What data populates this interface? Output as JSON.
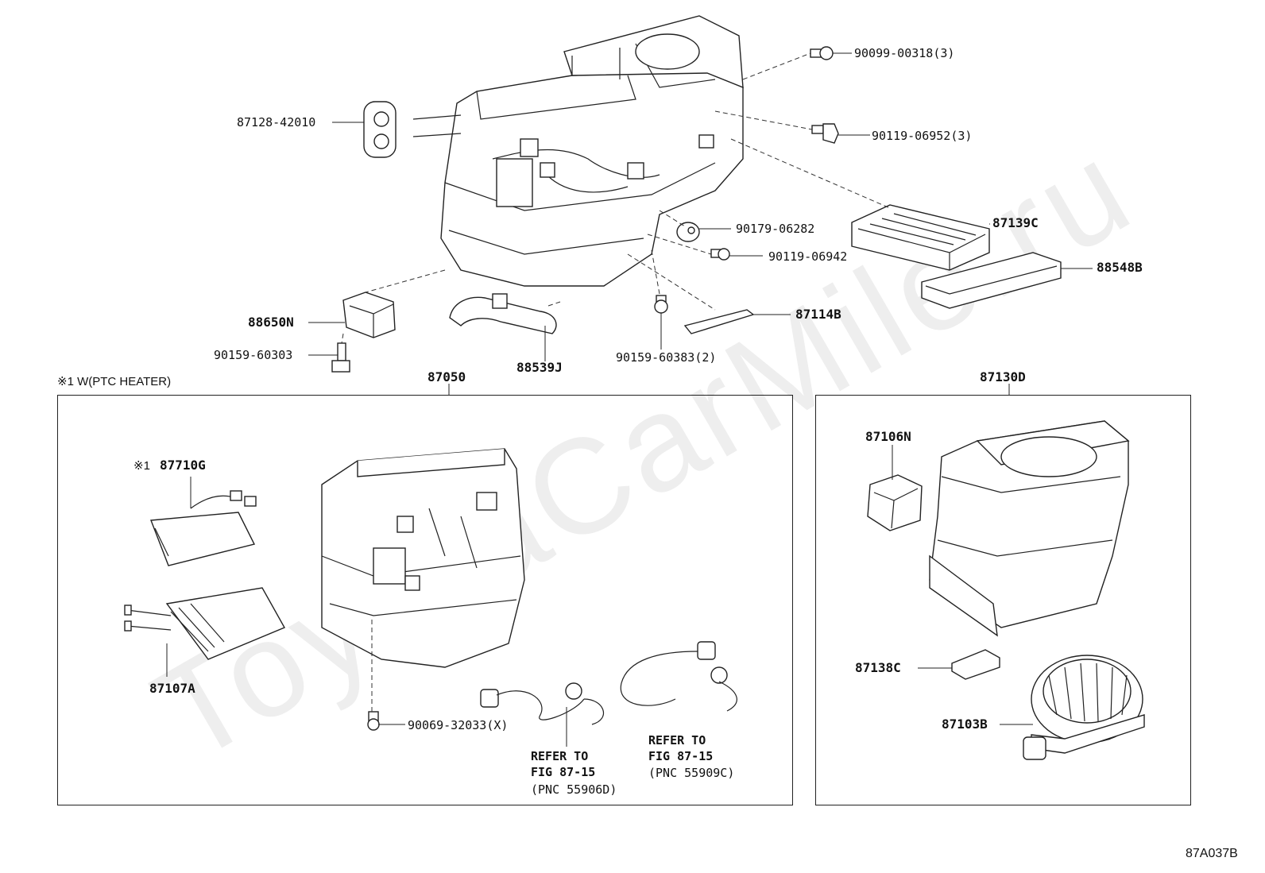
{
  "diagram": {
    "watermark": "ToyotaCarMile.ru",
    "footer_code": "87A037B",
    "note_ptc": "※1 W(PTC HEATER)",
    "mark_1": "※1",
    "main_labels": {
      "p87128_42010": "87128-42010",
      "p90099_00318": "90099-00318(3)",
      "p90119_06952": "90119-06952(3)",
      "p90179_06282": "90179-06282",
      "p87139C": "87139C",
      "p90119_06942": "90119-06942",
      "p88548B": "88548B",
      "p88650N": "88650N",
      "p87114B": "87114B",
      "p90159_60303": "90159-60303",
      "p90159_60383": "90159-60383(2)",
      "p88539J": "88539J"
    },
    "box_left": {
      "title": "87050",
      "p87710G": "87710G",
      "p87107A": "87107A",
      "p90069_32033": "90069-32033(X)",
      "refer1_line1": "REFER TO",
      "refer1_line2": "FIG 87-15",
      "refer1_line3": "(PNC 55906D)",
      "refer2_line1": "REFER TO",
      "refer2_line2": "FIG 87-15",
      "refer2_line3": "(PNC 55909C)"
    },
    "box_right": {
      "title": "87130D",
      "p87106N": "87106N",
      "p87138C": "87138C",
      "p87103B": "87103B"
    }
  }
}
